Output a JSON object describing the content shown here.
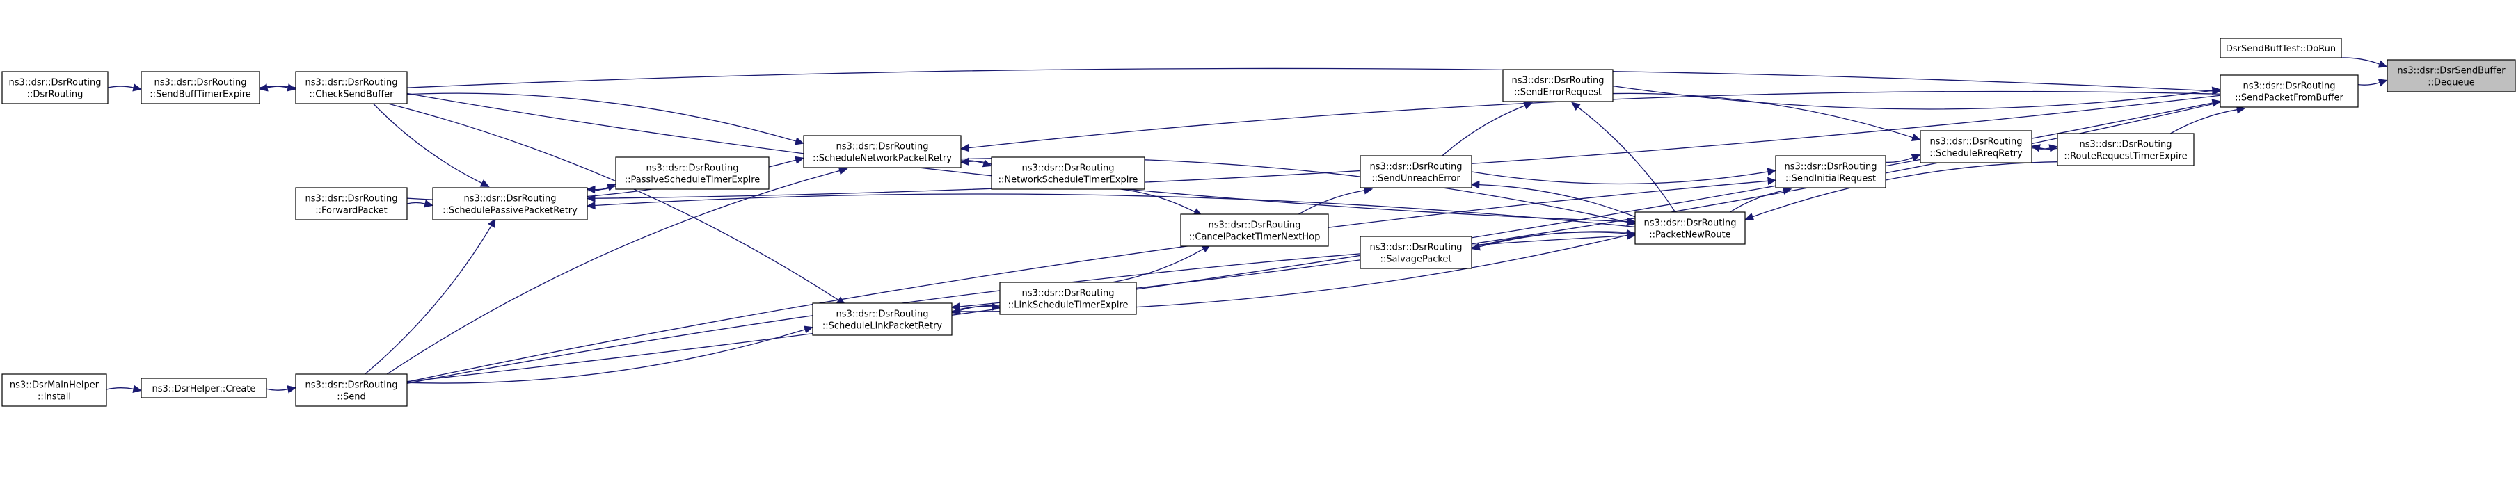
{
  "diagram": {
    "type": "doxygen-caller-graph",
    "colors": {
      "edge": "#191970",
      "node_border": "#000000",
      "focus_fill": "#bfbfbf"
    },
    "nodes": [
      {
        "id": "dequeue",
        "lines": [
          "ns3::dsr::DsrSendBuffer",
          "::Dequeue"
        ],
        "focus": true
      },
      {
        "id": "test_dorun",
        "lines": [
          "DsrSendBuffTest::DoRun"
        ]
      },
      {
        "id": "sendpacketfrombuffer",
        "lines": [
          "ns3::dsr::DsrRouting",
          "::SendPacketFromBuffer"
        ]
      },
      {
        "id": "routerequesttimerexpire",
        "lines": [
          "ns3::dsr::DsrRouting",
          "::RouteRequestTimerExpire"
        ]
      },
      {
        "id": "schedulereqretry",
        "lines": [
          "ns3::dsr::DsrRouting",
          "::ScheduleRreqRetry"
        ]
      },
      {
        "id": "sendinitialrequest",
        "lines": [
          "ns3::dsr::DsrRouting",
          "::SendInitialRequest"
        ]
      },
      {
        "id": "senderrorrequest",
        "lines": [
          "ns3::dsr::DsrRouting",
          "::SendErrorRequest"
        ]
      },
      {
        "id": "packetnewroute",
        "lines": [
          "ns3::dsr::DsrRouting",
          "::PacketNewRoute"
        ]
      },
      {
        "id": "sendunreacherror",
        "lines": [
          "ns3::dsr::DsrRouting",
          "::SendUnreachError"
        ]
      },
      {
        "id": "salvagepacket",
        "lines": [
          "ns3::dsr::DsrRouting",
          "::SalvagePacket"
        ]
      },
      {
        "id": "cancelpackettimernexthop",
        "lines": [
          "ns3::dsr::DsrRouting",
          "::CancelPacketTimerNextHop"
        ]
      },
      {
        "id": "networkscheduletimerexpire",
        "lines": [
          "ns3::dsr::DsrRouting",
          "::NetworkScheduleTimerExpire"
        ]
      },
      {
        "id": "linkscheduletimerexpire",
        "lines": [
          "ns3::dsr::DsrRouting",
          "::LinkScheduleTimerExpire"
        ]
      },
      {
        "id": "schedulenetworkpacketretry",
        "lines": [
          "ns3::dsr::DsrRouting",
          "::ScheduleNetworkPacketRetry"
        ]
      },
      {
        "id": "schedulelinkpacketretry",
        "lines": [
          "ns3::dsr::DsrRouting",
          "::ScheduleLinkPacketRetry"
        ]
      },
      {
        "id": "passivescheduletimerexpire",
        "lines": [
          "ns3::dsr::DsrRouting",
          "::PassiveScheduleTimerExpire"
        ]
      },
      {
        "id": "schedulepassivepacketretry",
        "lines": [
          "ns3::dsr::DsrRouting",
          "::SchedulePassivePacketRetry"
        ]
      },
      {
        "id": "checksendbuffer",
        "lines": [
          "ns3::dsr::DsrRouting",
          "::CheckSendBuffer"
        ]
      },
      {
        "id": "sendbufftimerexpire",
        "lines": [
          "ns3::dsr::DsrRouting",
          "::SendBuffTimerExpire"
        ]
      },
      {
        "id": "dsrrouting_ctor",
        "lines": [
          "ns3::dsr::DsrRouting",
          "::DsrRouting"
        ]
      },
      {
        "id": "forwardpacket",
        "lines": [
          "ns3::dsr::DsrRouting",
          "::ForwardPacket"
        ]
      },
      {
        "id": "send",
        "lines": [
          "ns3::dsr::DsrRouting",
          "::Send"
        ]
      },
      {
        "id": "dsrhelper_create",
        "lines": [
          "ns3::DsrHelper::Create"
        ]
      },
      {
        "id": "dsrmainhelper_install",
        "lines": [
          "ns3::DsrMainHelper",
          "::Install"
        ]
      }
    ],
    "edges": [
      {
        "from": "test_dorun",
        "to": "dequeue"
      },
      {
        "from": "sendpacketfrombuffer",
        "to": "dequeue"
      },
      {
        "from": "routerequesttimerexpire",
        "to": "sendpacketfrombuffer"
      },
      {
        "from": "schedulereqretry",
        "to": "routerequesttimerexpire"
      },
      {
        "from": "routerequesttimerexpire",
        "to": "schedulereqretry"
      },
      {
        "from": "sendinitialrequest",
        "to": "schedulereqretry"
      },
      {
        "from": "senderrorrequest",
        "to": "schedulereqretry"
      },
      {
        "from": "routerequesttimerexpire",
        "to": "packetnewroute"
      },
      {
        "from": "packetnewroute",
        "to": "sendinitialrequest"
      },
      {
        "from": "sendunreacherror",
        "to": "sendinitialrequest"
      },
      {
        "from": "send",
        "to": "sendinitialrequest"
      },
      {
        "from": "senderrorrequest",
        "to": "sendpacketfrombuffer"
      },
      {
        "from": "checksendbuffer",
        "to": "sendpacketfrombuffer"
      },
      {
        "from": "send",
        "to": "sendpacketfrombuffer"
      },
      {
        "from": "sendunreacherror",
        "to": "senderrorrequest"
      },
      {
        "from": "packetnewroute",
        "to": "senderrorrequest"
      },
      {
        "from": "cancelpackettimernexthop",
        "to": "sendunreacherror"
      },
      {
        "from": "packetnewroute",
        "to": "sendunreacherror"
      },
      {
        "from": "salvagepacket",
        "to": "packetnewroute"
      },
      {
        "from": "checksendbuffer",
        "to": "packetnewroute"
      },
      {
        "from": "schedulenetworkpacketretry",
        "to": "packetnewroute"
      },
      {
        "from": "schedulelinkpacketretry",
        "to": "packetnewroute"
      },
      {
        "from": "send",
        "to": "packetnewroute"
      },
      {
        "from": "packetnewroute",
        "to": "salvagepacket"
      },
      {
        "from": "networkscheduletimerexpire",
        "to": "cancelpackettimernexthop"
      },
      {
        "from": "linkscheduletimerexpire",
        "to": "cancelpackettimernexthop"
      },
      {
        "from": "schedulenetworkpacketretry",
        "to": "networkscheduletimerexpire"
      },
      {
        "from": "networkscheduletimerexpire",
        "to": "schedulenetworkpacketretry"
      },
      {
        "from": "schedulelinkpacketretry",
        "to": "linkscheduletimerexpire"
      },
      {
        "from": "linkscheduletimerexpire",
        "to": "schedulelinkpacketretry"
      },
      {
        "from": "checksendbuffer",
        "to": "schedulenetworkpacketretry"
      },
      {
        "from": "forwardpacket",
        "to": "schedulenetworkpacketretry"
      },
      {
        "from": "send",
        "to": "schedulenetworkpacketretry"
      },
      {
        "from": "sendpacketfrombuffer",
        "to": "schedulenetworkpacketretry"
      },
      {
        "from": "checksendbuffer",
        "to": "schedulelinkpacketretry"
      },
      {
        "from": "send",
        "to": "schedulelinkpacketretry"
      },
      {
        "from": "sendpacketfrombuffer",
        "to": "schedulelinkpacketretry"
      },
      {
        "from": "schedulepassivepacketretry",
        "to": "passivescheduletimerexpire"
      },
      {
        "from": "passivescheduletimerexpire",
        "to": "schedulepassivepacketretry"
      },
      {
        "from": "checksendbuffer",
        "to": "schedulepassivepacketretry"
      },
      {
        "from": "forwardpacket",
        "to": "schedulepassivepacketretry"
      },
      {
        "from": "send",
        "to": "schedulepassivepacketretry"
      },
      {
        "from": "sendpacketfrombuffer",
        "to": "schedulepassivepacketretry"
      },
      {
        "from": "packetnewroute",
        "to": "schedulepassivepacketretry"
      },
      {
        "from": "sendbufftimerexpire",
        "to": "checksendbuffer"
      },
      {
        "from": "checksendbuffer",
        "to": "sendbufftimerexpire"
      },
      {
        "from": "dsrrouting_ctor",
        "to": "sendbufftimerexpire"
      },
      {
        "from": "dsrhelper_create",
        "to": "send"
      },
      {
        "from": "dsrmainhelper_install",
        "to": "dsrhelper_create"
      }
    ]
  }
}
